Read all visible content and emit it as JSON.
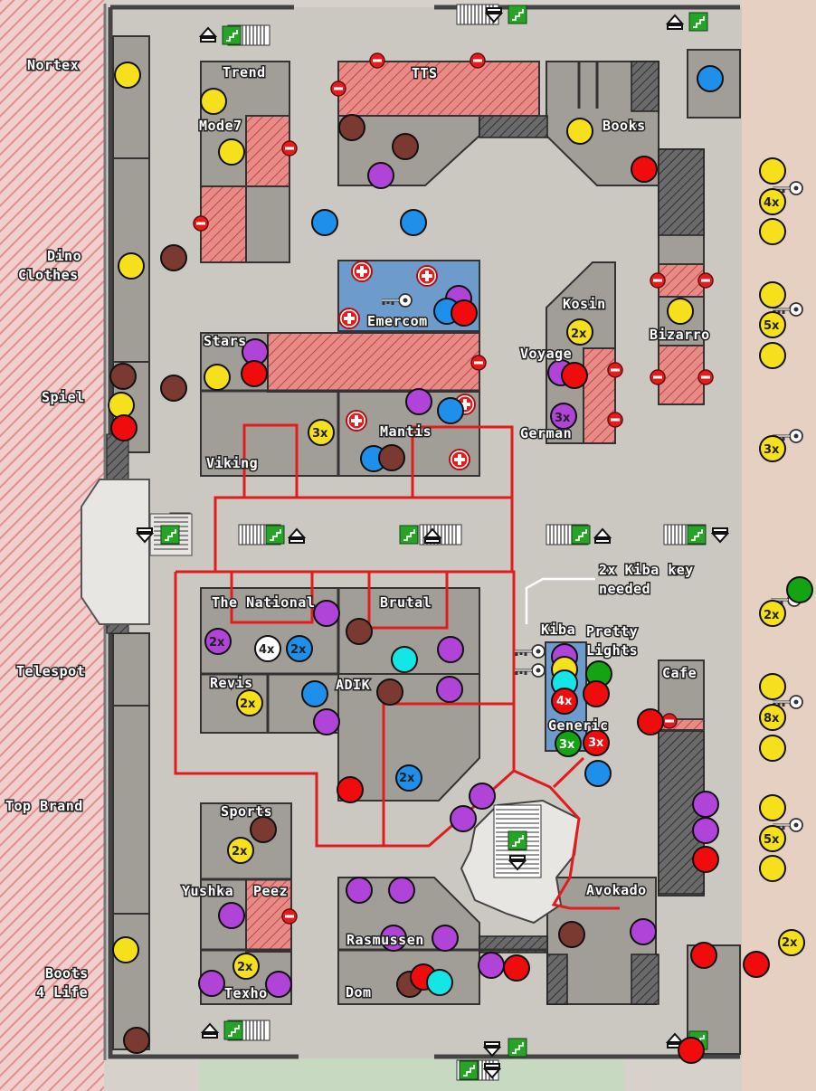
{
  "labels": {
    "nortex": "Nortex",
    "dino_clothes_1": "Dino",
    "dino_clothes_2": "Clothes",
    "spiel": "Spiel",
    "telespot": "Telespot",
    "top_brand": "Top Brand",
    "boots_1": "Boots",
    "boots_2": "4 Life",
    "trend": "Trend",
    "mode7": "Mode7",
    "tts": "TTS",
    "books": "Books",
    "emercom": "Emercom",
    "kosin": "Kosin",
    "bizarro": "Bizarro",
    "voyage": "Voyage",
    "german": "German",
    "stars": "Stars",
    "viking": "Viking",
    "mantis": "Mantis",
    "the_national": "The National",
    "brutal": "Brutal",
    "kiba": "Kiba",
    "pretty_lights_1": "Pretty",
    "pretty_lights_2": "Lights",
    "revis": "Revis",
    "adik": "ADIK",
    "generic": "Generic",
    "cafe": "Cafe",
    "sports": "Sports",
    "yushka": "Yushka",
    "peez": "Peez",
    "avokado": "Avokado",
    "rasmussen": "Rasmussen",
    "texho": "Texho",
    "dom": "Dom"
  },
  "annotation": {
    "line1": "2x Kiba key",
    "line2": "needed"
  },
  "multipliers": {
    "kosin": "2x",
    "german": "3x",
    "viking": "3x",
    "national_purple": "2x",
    "national_white": "4x",
    "national_blue": "2x",
    "revis": "2x",
    "adik_blue": "2x",
    "kiba_red": "4x",
    "generic_green": "3x",
    "generic_red": "3x",
    "sports": "2x",
    "texho": "2x",
    "right_4x": "4x",
    "right_5x_a": "5x",
    "right_3x": "3x",
    "right_2x": "2x",
    "right_8x": "8x",
    "right_5x_b": "5x",
    "right_bottom_2x": "2x"
  },
  "colors": {
    "yellow": "#f5e01b",
    "blue": "#1e8fea",
    "red": "#f00c0c",
    "purple": "#b043d8",
    "brown": "#7a3a32",
    "green": "#13a313",
    "cyan": "#14e6e6",
    "white": "#ffffff",
    "store_red": "#e88a86",
    "store_blue": "#6d9ccc",
    "route_red": "#e21c1c",
    "floor": "#cbc8c2",
    "block": "#a19e98",
    "outside_left": "#f1d0cf",
    "outside_right": "#e6d0c1"
  },
  "legend_icons": [
    "loot-circle",
    "key-icon",
    "stairs-icon",
    "medical-cross-icon",
    "locked-door-icon"
  ]
}
